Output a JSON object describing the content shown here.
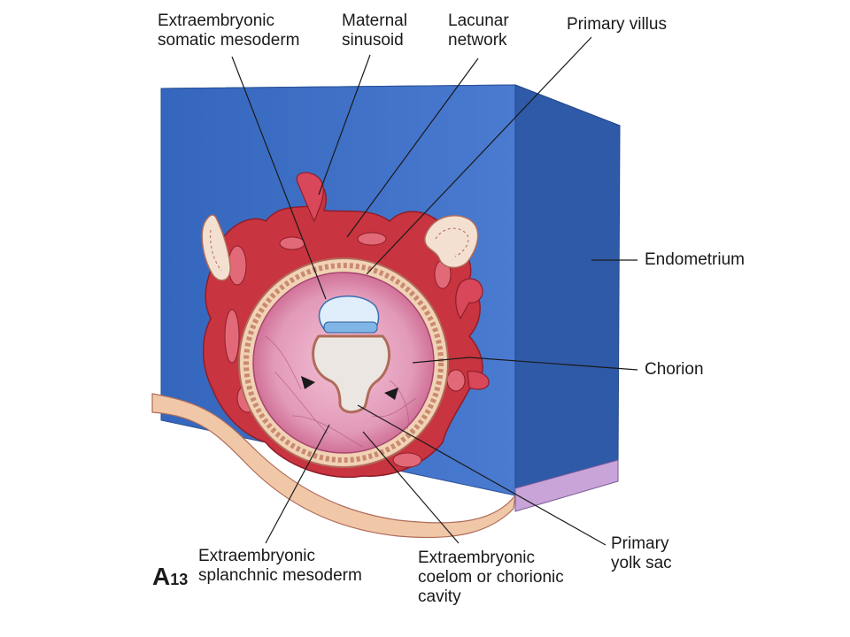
{
  "labels": {
    "somatic_1": "Extraembryonic",
    "somatic_2": "somatic mesoderm",
    "maternal_1": "Maternal",
    "maternal_2": "sinusoid",
    "lacunar_1": "Lacunar",
    "lacunar_2": "network",
    "villus": "Primary villus",
    "endometrium": "Endometrium",
    "chorion": "Chorion",
    "yolk_1": "Primary",
    "yolk_2": "yolk sac",
    "splanchnic_1": "Extraembryonic",
    "splanchnic_2": "splanchnic mesoderm",
    "coelom_1": "Extraembryonic",
    "coelom_2": "coelom or chorionic",
    "coelom_3": "cavity"
  },
  "figure_tag": {
    "letter": "A",
    "number": "13"
  },
  "colors": {
    "endometrium_front": "#3a6fc4",
    "endometrium_side": "#2f5aa8",
    "endometrium_top": "#5a8ad8",
    "trophoblast": "#c8343f",
    "cytotrophoblast_cells": "#f1d2b4",
    "chorionic_cavity": "#e8a8c4",
    "yolk_sac": "#ece6e2",
    "amnion": "#7fb6e6",
    "epithelium": "#f0c8a8",
    "leader_line": "#1a1a1a"
  }
}
